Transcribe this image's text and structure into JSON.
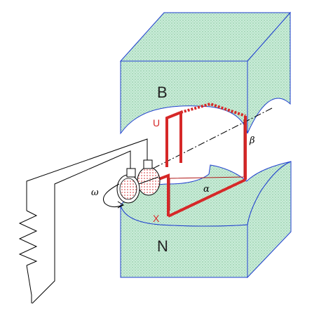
{
  "labels": {
    "pole_top": "B",
    "pole_bottom": "N",
    "coil_corner_u": "U",
    "coil_corner_x": "X",
    "side_beta": "β",
    "side_alpha": "α",
    "angular_velocity": "ω"
  },
  "colors": {
    "magnet_fill": "#b9e4cc",
    "magnet_dots": "#7fbf96",
    "magnet_edge": "#1f3fcf",
    "coil": "#d62828",
    "wire": "#000000"
  }
}
